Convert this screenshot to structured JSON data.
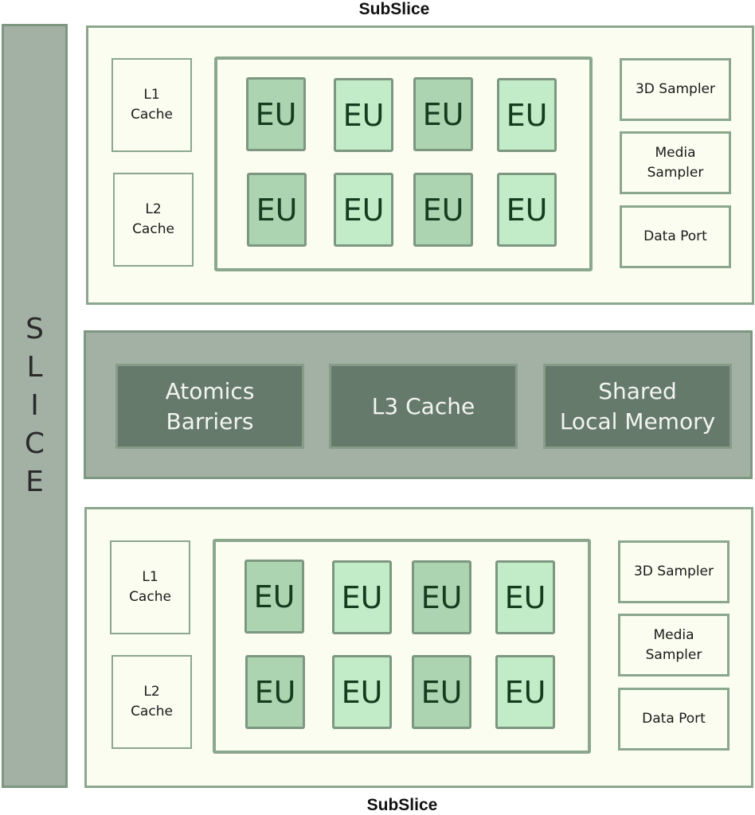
{
  "titles": {
    "top": "SubSlice",
    "bottom": "SubSlice"
  },
  "slice": {
    "letters": [
      "S",
      "L",
      "I",
      "C",
      "E"
    ]
  },
  "top_subslice": {
    "l1": [
      "L1",
      "Cache"
    ],
    "l2": [
      "L2",
      "Cache"
    ],
    "eus": [
      "EU",
      "EU",
      "EU",
      "EU",
      "EU",
      "EU",
      "EU",
      "EU"
    ],
    "sampler3d": "3D Sampler",
    "media": [
      "Media",
      "Sampler"
    ],
    "dataport": "Data Port"
  },
  "shared": {
    "atomics": [
      "Atomics",
      "Barriers"
    ],
    "l3": "L3 Cache",
    "slm": [
      "Shared",
      "Local Memory"
    ]
  },
  "bottom_subslice": {
    "l1": [
      "L1",
      "Cache"
    ],
    "l2": [
      "L2",
      "Cache"
    ],
    "eus": [
      "EU",
      "EU",
      "EU",
      "EU",
      "EU",
      "EU",
      "EU",
      "EU"
    ],
    "sampler3d": "3D Sampler",
    "media": [
      "Media",
      "Sampler"
    ],
    "dataport": "Data Port"
  },
  "colors": {
    "eu_dark": "#acd4b1",
    "eu_light": "#c2ecc8",
    "slice_fill": "#a3b1a5",
    "shared_box_fill": "#667a6b",
    "subslice_fill": "#fbfdf0",
    "border": "#8ba78e"
  }
}
